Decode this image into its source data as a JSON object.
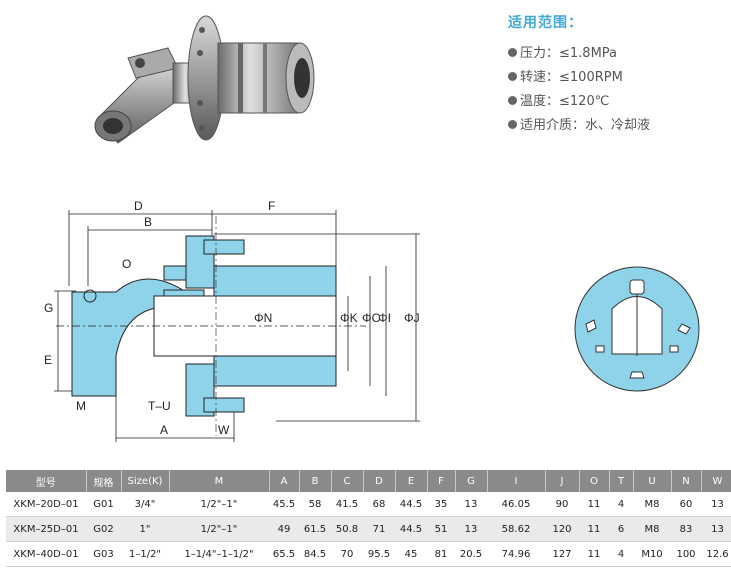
{
  "scope": {
    "title": "适用范围：",
    "items": [
      {
        "label": "压力：",
        "value": "≤1.8MPa"
      },
      {
        "label": "转速：",
        "value": "≤100RPM"
      },
      {
        "label": "温度：",
        "value": "≤120℃"
      },
      {
        "label": "适用介质：",
        "value": "水、冷却液"
      }
    ]
  },
  "drawing_labels": {
    "D": "D",
    "B": "B",
    "F": "F",
    "O": "O",
    "G": "G",
    "E": "E",
    "M": "M",
    "TU": "T–U",
    "A": "A",
    "W": "W",
    "N": "ΦN",
    "K": "ΦK",
    "C": "ΦC",
    "I": "ΦI",
    "J": "ΦJ"
  },
  "colors": {
    "accent": "#3fa9d8",
    "drawing_fill": "#8fd3ea",
    "header_bg": "#8a8a8a"
  },
  "table": {
    "headers": [
      "型号",
      "规格",
      "Size(K)",
      "M",
      "A",
      "B",
      "C",
      "D",
      "E",
      "F",
      "G",
      "I",
      "J",
      "O",
      "T",
      "U",
      "N",
      "W"
    ],
    "rows": [
      [
        "XKM–20D–01",
        "G01",
        "3/4\"",
        "1/2\"–1\"",
        "45.5",
        "58",
        "41.5",
        "68",
        "44.5",
        "35",
        "13",
        "46.05",
        "90",
        "11",
        "4",
        "M8",
        "60",
        "13"
      ],
      [
        "XKM–25D–01",
        "G02",
        "1\"",
        "1/2\"–1\"",
        "49",
        "61.5",
        "50.8",
        "71",
        "44.5",
        "51",
        "13",
        "58.62",
        "120",
        "11",
        "6",
        "M8",
        "83",
        "13"
      ],
      [
        "XKM–40D–01",
        "G03",
        "1–1/2\"",
        "1–1/4\"–1–1/2\"",
        "65.5",
        "84.5",
        "70",
        "95.5",
        "45",
        "81",
        "20.5",
        "74.96",
        "127",
        "11",
        "4",
        "M10",
        "100",
        "12.6"
      ]
    ]
  }
}
